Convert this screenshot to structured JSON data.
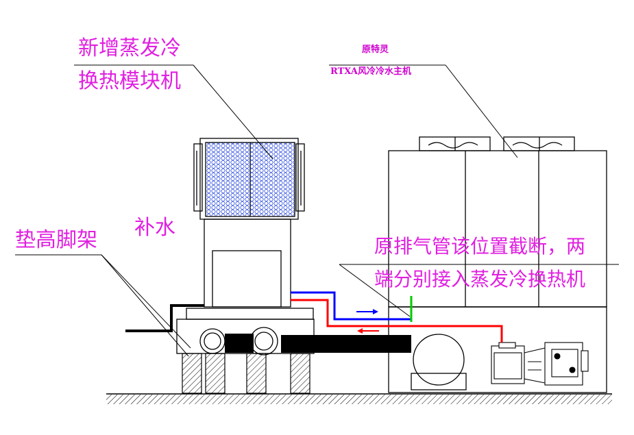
{
  "labels": {
    "new_unit_line1": "新增蒸发冷",
    "new_unit_line2": "换热模块机",
    "orig_unit_line1": "原特灵",
    "orig_unit_line2": "RTXA风冷冷水主机",
    "stand": "垫高脚架",
    "makeup_water": "补水",
    "note_line1": "原排气管该位置截断，两",
    "note_line2": "端分别接入蒸发冷换热机"
  },
  "colors": {
    "label_text": "#e020e0",
    "line": "#000000",
    "pipe_blue": "#0000ff",
    "pipe_red": "#ff0000",
    "pipe_green": "#00cc00",
    "coil_blue": "#3050e0"
  }
}
